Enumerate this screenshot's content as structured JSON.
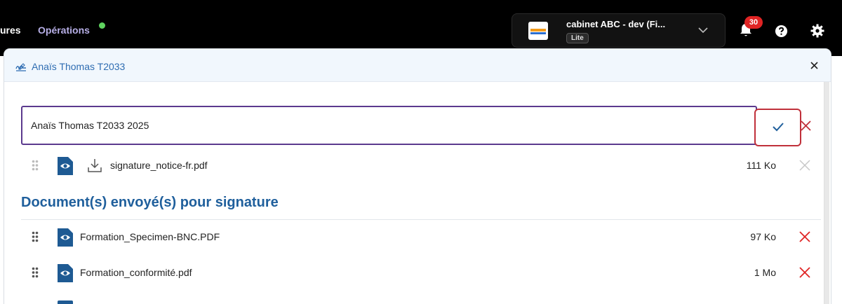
{
  "topbar": {
    "nav_ures": "ures",
    "nav_operations": "Opérations",
    "cabinet_name": "cabinet ABC - dev (Fi...",
    "cabinet_badge": "Lite",
    "notification_count": "30"
  },
  "panel": {
    "title": "Anaïs Thomas T2033",
    "name_input_value": "Anaïs Thomas T2033 2025",
    "attachment": {
      "filename": "signature_notice-fr.pdf",
      "size": "111 Ko"
    },
    "section_title": "Document(s) envoyé(s) pour signature",
    "documents": [
      {
        "filename": "Formation_Specimen-BNC.PDF",
        "size": "97 Ko"
      },
      {
        "filename": "Formation_conformité.pdf",
        "size": "1 Mo"
      }
    ]
  },
  "colors": {
    "accent_blue": "#1f5f9c",
    "input_border": "#5b3a8e",
    "danger_red": "#e02424"
  },
  "icons": [
    "bell-icon",
    "help-icon",
    "gear-icon",
    "chevron-down-icon",
    "signature-icon",
    "close-icon",
    "check-icon",
    "drag-handle-icon",
    "eye-icon",
    "download-icon"
  ]
}
